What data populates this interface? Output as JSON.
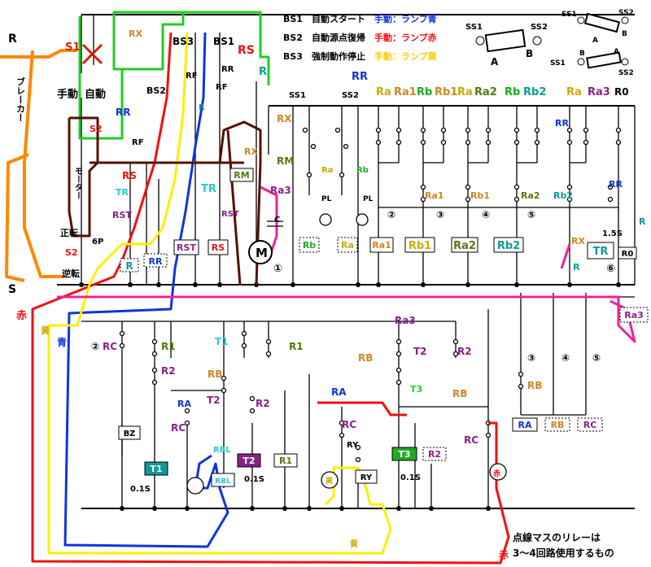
{
  "colors": {
    "green": "#22cc22",
    "blue": "#1133dd",
    "red": "#ee1111",
    "yellow": "#ffee00",
    "orange": "#ff8800",
    "magenta": "#ee2299",
    "brown": "#551100",
    "cyan": "#22cccc",
    "teal": "#119999",
    "purple": "#882288",
    "gold": "#cc8822",
    "olive": "#557711"
  },
  "legend": {
    "bs1": "BS1　自動スタート",
    "bs2": "BS2　自動源点復帰",
    "bs3": "BS3　強制動作停止",
    "manual_blue": "手動：ランプ青",
    "manual_red": "手動：ランプ赤",
    "manual_yellow": "手動：ランプ黄"
  },
  "sensor": {
    "ss1": "SS1",
    "ss2": "SS2",
    "a": "A",
    "b": "B"
  },
  "power": {
    "r": "R",
    "s": "S",
    "breaker": "ブレーカー",
    "s1": "S1",
    "manual": "手動",
    "auto": "自動",
    "s2": "S2",
    "motor": "モーター",
    "forward": "正転",
    "reverse": "逆転",
    "six_p": "6P"
  },
  "relays_top": {
    "rx": "RX",
    "bs3": "BS3",
    "bs1": "BS1",
    "bs2": "BS2",
    "rs": "RS",
    "r": "R",
    "rf": "RF",
    "rr": "RR",
    "tr": "TR",
    "rst": "RST",
    "rm": "RM",
    "ra3": "Ra3",
    "c": "C",
    "m": "M",
    "circle1": "①",
    "ss1": "SS1",
    "ss2": "SS2",
    "ra": "Ra",
    "rb": "Rb",
    "pl": "PL",
    "ra1": "Ra1",
    "rb1": "Rb1",
    "ra2": "Ra2",
    "rb2": "Rb2",
    "r0": "R0",
    "one_five_s": "1.5S",
    "circle2": "②",
    "circle3": "③",
    "circle4": "④",
    "circle5": "⑤",
    "circle6": "⑥"
  },
  "top_row_labels": [
    "Ra",
    "Ra1",
    "Rb",
    "Rb1",
    "Ra",
    "Ra2",
    "Rb",
    "Rb2",
    "Ra",
    "Ra3",
    "R0"
  ],
  "bottom": {
    "red_kanji": "赤",
    "yellow_kanji": "黄",
    "blue_kanji": "青",
    "rc": "RC",
    "r1": "R1",
    "r2": "R2",
    "t1": "T1",
    "t2": "T2",
    "t3": "T3",
    "rb": "RB",
    "ra": "RA",
    "ra3": "Ra3",
    "bz": "BZ",
    "rbl": "RBL",
    "ry": "RY",
    "t1_time": "0.1S",
    "t2_time": "0.1S",
    "t3_time": "0.1S",
    "note_line1": "点線マスのリレーは",
    "note_line2": "3～4回路使用するもの"
  }
}
